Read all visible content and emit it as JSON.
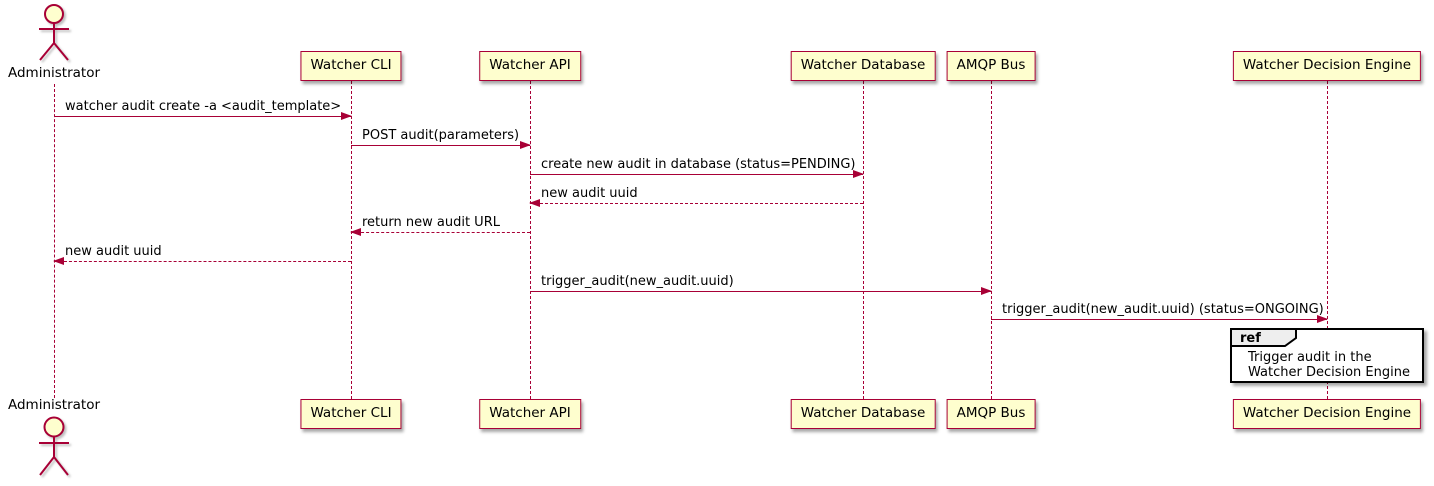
{
  "diagram": {
    "type": "uml-sequence-diagram",
    "participants": [
      {
        "name": "Administrator",
        "type": "actor"
      },
      {
        "name": "Watcher CLI",
        "type": "participant"
      },
      {
        "name": "Watcher API",
        "type": "participant"
      },
      {
        "name": "Watcher Database",
        "type": "participant"
      },
      {
        "name": "AMQP Bus",
        "type": "participant"
      },
      {
        "name": "Watcher Decision Engine",
        "type": "participant"
      }
    ],
    "messages": [
      {
        "from": "Administrator",
        "to": "Watcher CLI",
        "label": "watcher audit create -a <audit_template>",
        "line": "solid"
      },
      {
        "from": "Watcher CLI",
        "to": "Watcher API",
        "label": "POST audit(parameters)",
        "line": "solid"
      },
      {
        "from": "Watcher API",
        "to": "Watcher Database",
        "label": "create new audit in database (status=PENDING)",
        "line": "solid"
      },
      {
        "from": "Watcher Database",
        "to": "Watcher API",
        "label": "new audit uuid",
        "line": "dashed"
      },
      {
        "from": "Watcher API",
        "to": "Watcher CLI",
        "label": "return new audit URL",
        "line": "dashed"
      },
      {
        "from": "Watcher CLI",
        "to": "Administrator",
        "label": "new audit uuid",
        "line": "dashed"
      },
      {
        "from": "Watcher API",
        "to": "AMQP Bus",
        "label": "trigger_audit(new_audit.uuid)",
        "line": "solid"
      },
      {
        "from": "AMQP Bus",
        "to": "Watcher Decision Engine",
        "label": "trigger_audit(new_audit.uuid) (status=ONGOING)",
        "line": "solid"
      }
    ],
    "ref": {
      "keyword": "ref",
      "over": "Watcher Decision Engine",
      "lines": [
        "Trigger audit in the",
        "Watcher Decision Engine"
      ]
    },
    "colors": {
      "participant_fill": "#FEFECE",
      "participant_border": "#A80036",
      "line_color": "#A80036",
      "text_color": "#000000",
      "ref_tab_fill": "#EEEEEE",
      "ref_border": "#000000"
    }
  }
}
